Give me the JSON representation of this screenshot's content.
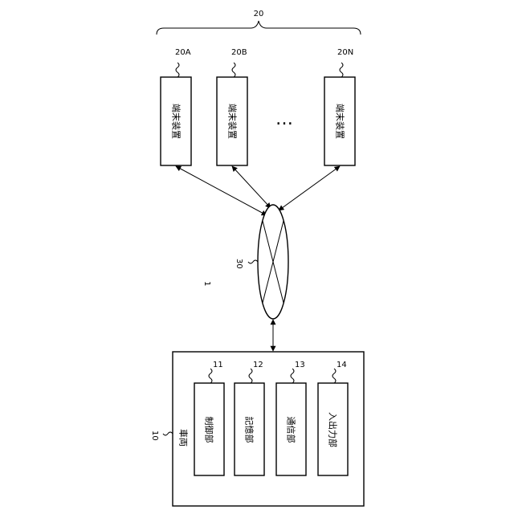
{
  "system": {
    "ref": "1"
  },
  "terminal_group": {
    "ref": "20",
    "ellipsis": "…",
    "terminals": [
      {
        "ref": "20A",
        "label": "端末装置"
      },
      {
        "ref": "20B",
        "label": "端末装置"
      },
      {
        "ref": "20N",
        "label": "端末装置"
      }
    ]
  },
  "network": {
    "ref": "30"
  },
  "vehicle": {
    "ref": "10",
    "label": "車両",
    "units": [
      {
        "ref": "11",
        "label": "制御部"
      },
      {
        "ref": "12",
        "label": "記憶部"
      },
      {
        "ref": "13",
        "label": "通信部"
      },
      {
        "ref": "14",
        "label": "入出力部"
      }
    ]
  }
}
